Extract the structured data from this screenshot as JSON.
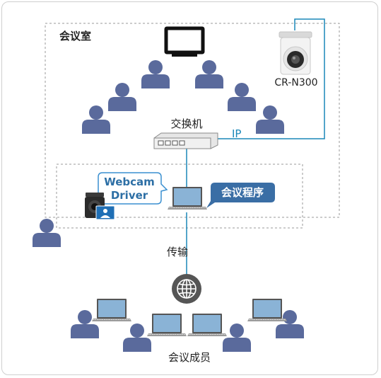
{
  "labels": {
    "conference_room": "会议室",
    "camera_model": "CR-N300",
    "switch": "交换机",
    "ip": "IP",
    "webcam_line1": "Webcam",
    "webcam_line2": "Driver",
    "meeting_app": "会议程序",
    "transmission": "传输",
    "members": "会议成员"
  },
  "colors": {
    "person": "#5a6a9c",
    "line": "#1a87b8",
    "dash": "#9a9a9a",
    "app_tag": "#3a6ea5",
    "bubble_border": "#3a8fd0",
    "bubble_text": "#2d6fa5",
    "globe": "#555555",
    "laptop_screen": "#8ab3d6",
    "laptop_frame": "#555555"
  },
  "icons": [
    "monitor-icon",
    "person-icon",
    "ptz-camera-icon",
    "network-switch-icon",
    "laptop-icon",
    "globe-icon",
    "webcam-icon"
  ]
}
